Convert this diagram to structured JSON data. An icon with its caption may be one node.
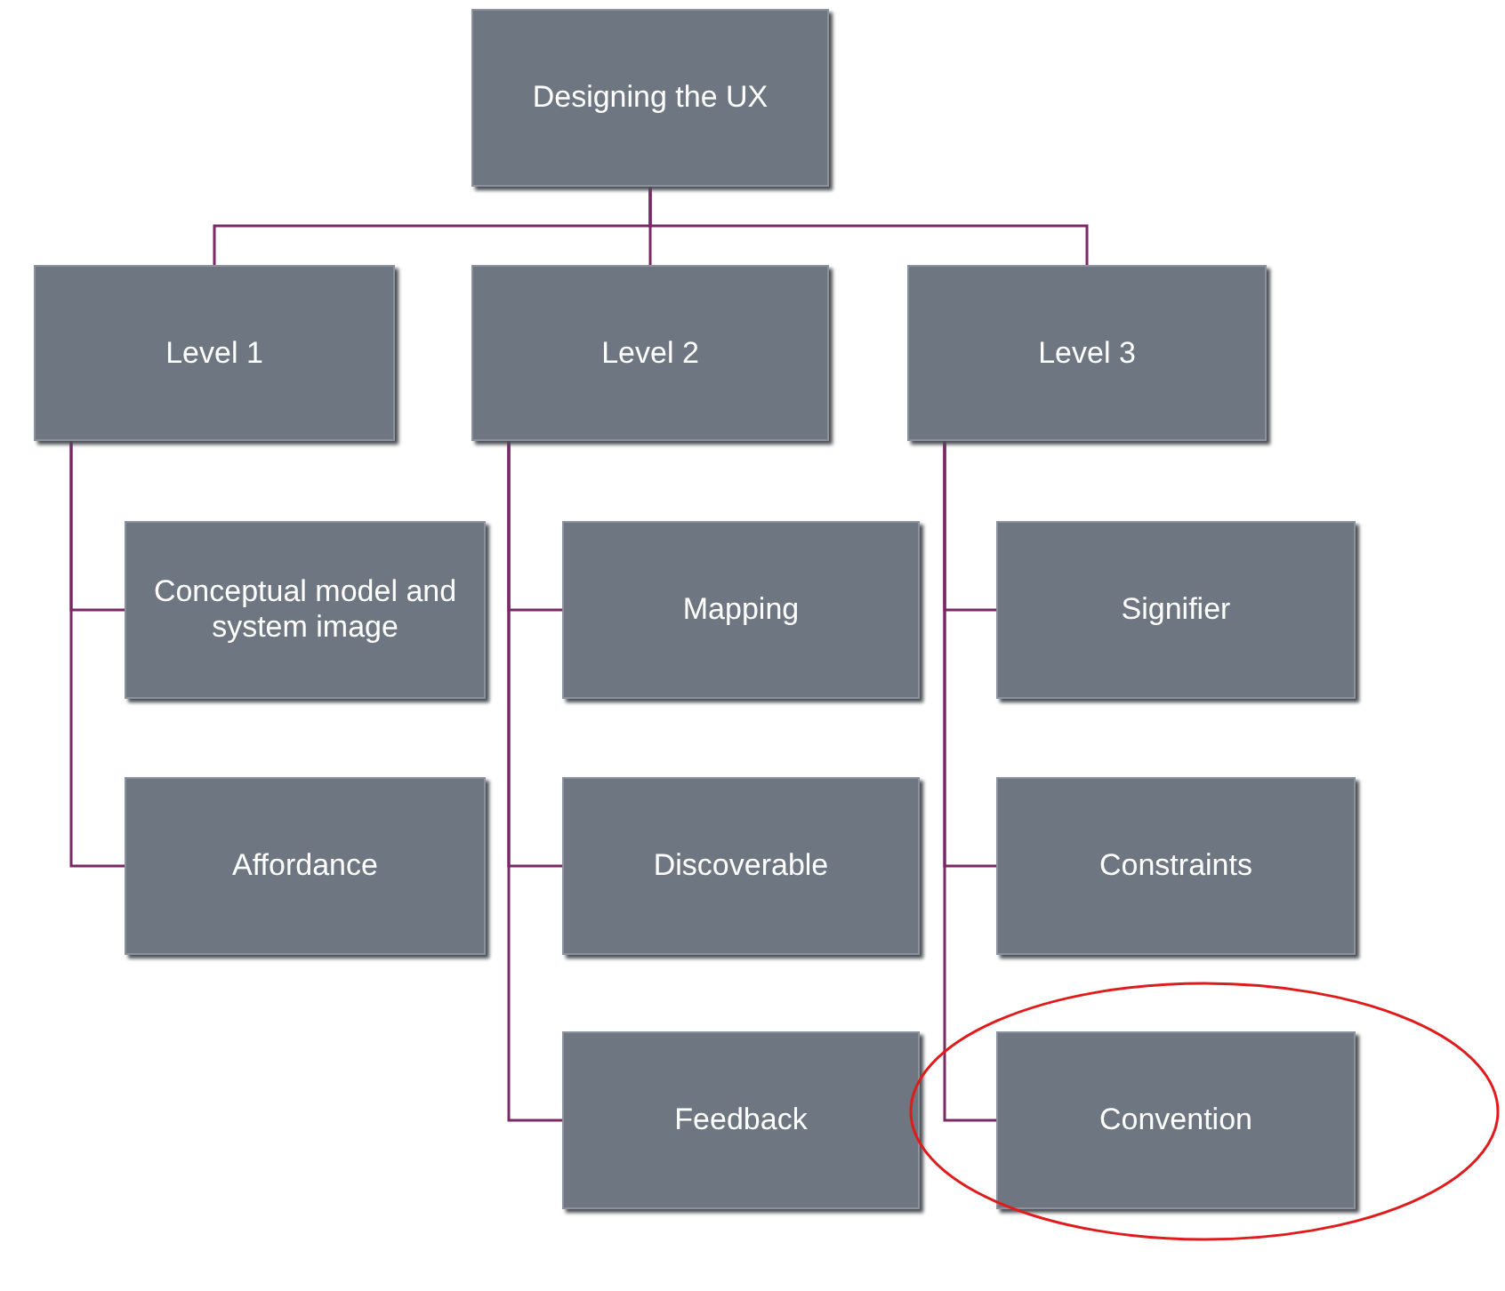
{
  "diagram": {
    "nodes": [
      {
        "text": [
          "Designing the UX"
        ]
      },
      {
        "text": [
          "Level 1"
        ]
      },
      {
        "text": [
          "Level 2"
        ]
      },
      {
        "text": [
          "Level 3"
        ]
      },
      {
        "text": [
          "Conceptual model and system image"
        ]
      },
      {
        "text": [
          "Mapping"
        ]
      },
      {
        "text": [
          "Signifier"
        ]
      },
      {
        "text": [
          "Affordance"
        ]
      },
      {
        "text": [
          "Discoverable"
        ]
      },
      {
        "text": [
          "Constraints"
        ]
      },
      {
        "text": [
          "Feedback"
        ]
      },
      {
        "text": [
          "Convention"
        ]
      }
    ],
    "edges": [
      {
        "from": 0,
        "to": 1,
        "arrow": "none"
      },
      {
        "from": 0,
        "to": 2,
        "arrow": "none"
      },
      {
        "from": 0,
        "to": 3,
        "arrow": "none"
      },
      {
        "from": 1,
        "to": 4,
        "arrow": "none"
      },
      {
        "from": 1,
        "to": 7,
        "arrow": "none"
      },
      {
        "from": 2,
        "to": 5,
        "arrow": "none"
      },
      {
        "from": 2,
        "to": 8,
        "arrow": "none"
      },
      {
        "from": 2,
        "to": 10,
        "arrow": "none"
      },
      {
        "from": 3,
        "to": 6,
        "arrow": "none"
      },
      {
        "from": 3,
        "to": 9,
        "arrow": "none"
      },
      {
        "from": 3,
        "to": 11,
        "arrow": "none"
      }
    ]
  }
}
